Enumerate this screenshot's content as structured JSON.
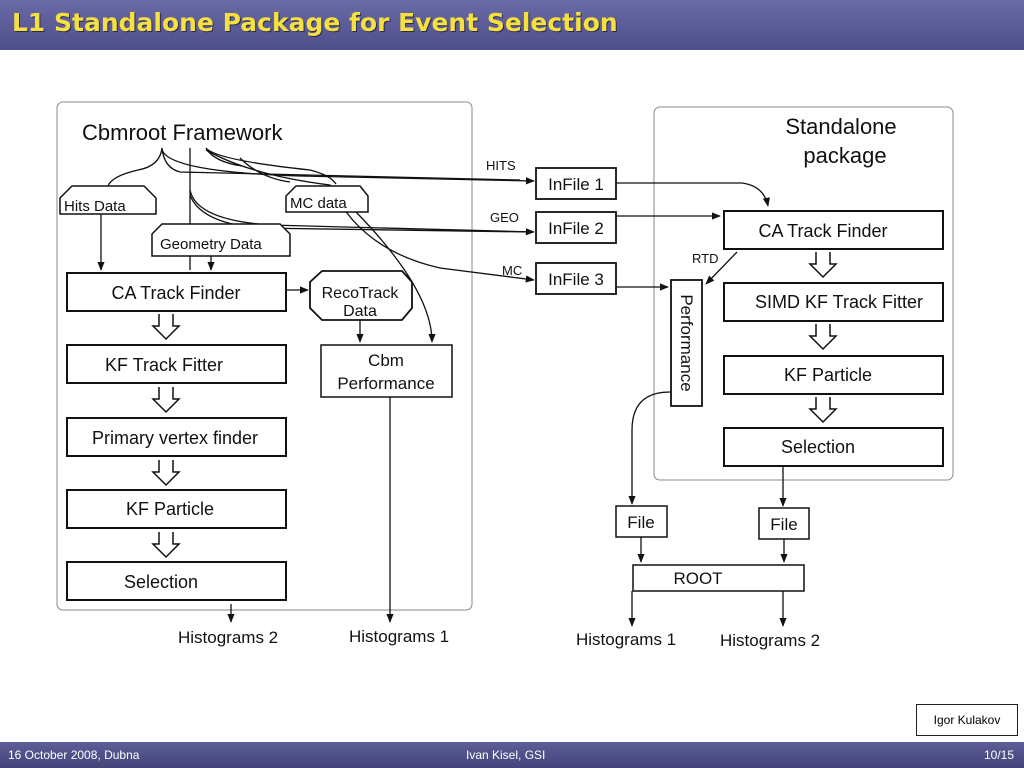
{
  "slide": {
    "title": "L1 Standalone Package for Event Selection",
    "author_box": "Igor Kulakov",
    "footer": {
      "left": "16 October 2008, Dubna",
      "center": "Ivan Kisel, GSI",
      "right": "10/15"
    }
  },
  "diagram": {
    "framework": {
      "title": "Cbmroot Framework",
      "hits_data": "Hits Data",
      "mc_data": "MC data",
      "geometry_data": "Geometry Data",
      "ca_track_finder": "CA Track Finder",
      "recotrack_line1": "RecoTrack",
      "recotrack_line2": "Data",
      "kf_track_fitter": "KF Track Fitter",
      "cbm_perf_line1": "Cbm",
      "cbm_perf_line2": "Performance",
      "primary_vertex_finder": "Primary vertex finder",
      "kf_particle": "KF Particle",
      "selection": "Selection",
      "histograms_2": "Histograms 2",
      "histograms_1": "Histograms 1"
    },
    "files": {
      "hits_label": "HITS",
      "geo_label": "GEO",
      "mc_label": "MC",
      "infile_1": "InFile 1",
      "infile_2": "InFile 2",
      "infile_3": "InFile 3"
    },
    "standalone": {
      "title_line1": "Standalone",
      "title_line2": "package",
      "ca_track_finder": "CA Track Finder",
      "rtd_label": "RTD",
      "performance": "Performance",
      "simd_kf_track_fitter": "SIMD  KF Track Fitter",
      "kf_particle": "KF Particle",
      "selection": "Selection"
    },
    "output": {
      "file_left": "File",
      "file_right": "File",
      "root": "ROOT",
      "histograms_1": "Histograms 1",
      "histograms_2": "Histograms 2"
    }
  }
}
